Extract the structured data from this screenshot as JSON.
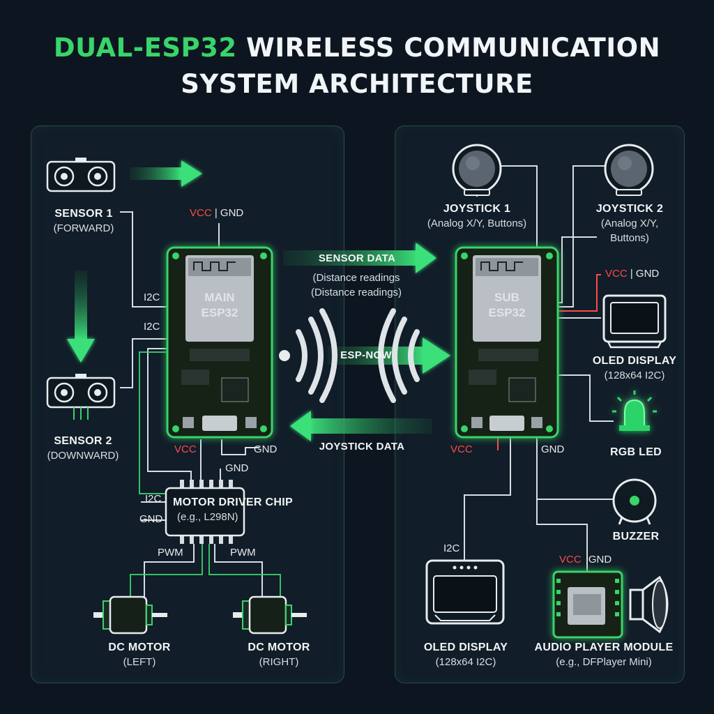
{
  "title": {
    "accent": "DUAL-ESP32",
    "rest": "WIRELESS COMMUNICATION",
    "line2": "SYSTEM ARCHITECTURE"
  },
  "colors": {
    "accent": "#39d46a",
    "background": "#0d1620",
    "power": "#ff4a4a",
    "wire": "#d8dde2"
  },
  "main": {
    "board_label": [
      "MAIN",
      "ESP32"
    ],
    "sensor1": {
      "title": "SENSOR 1",
      "sub": "(FORWARD)"
    },
    "sensor2": {
      "title": "SENSOR 2",
      "sub": "(DOWNWARD)"
    },
    "i2c_1": "I2C",
    "i2c_2": "I2C",
    "vcc_gnd_top": {
      "vcc": "VCC",
      "sep": "|",
      "gnd": "GND"
    },
    "vcc_bottom": "VCC",
    "gnd_bottom": "GND",
    "gnd_mid": "GND",
    "motor_driver": {
      "title": "MOTOR DRIVER CHIP",
      "sub": "(e.g., L298N)"
    },
    "driver_i2c": "I2C",
    "driver_gnd": "GND",
    "pwm_left": "PWM",
    "pwm_right": "PWM",
    "motor_left": {
      "title": "DC MOTOR",
      "sub": "(LEFT)"
    },
    "motor_right": {
      "title": "DC MOTOR",
      "sub": "(RIGHT)"
    }
  },
  "links": {
    "sensor_data": "SENSOR DATA",
    "sensor_sub1": "(Distance readings",
    "sensor_sub2": "(Distance readings)",
    "esp_now": "ESP-NOW",
    "joystick_data": "JOYSTICK DATA"
  },
  "sub": {
    "board_label": [
      "SUB",
      "ESP32"
    ],
    "joystick1": {
      "title": "JOYSTICK 1",
      "sub": "(Analog X/Y, Buttons)"
    },
    "joystick2": {
      "title": "JOYSTICK 2",
      "sub1": "(Analog X/Y,",
      "sub2": "Buttons)"
    },
    "vcc_gnd_right": {
      "vcc": "VCC",
      "sep": "|",
      "gnd": "GND"
    },
    "oled_right": {
      "title": "OLED DISPLAY",
      "sub": "(128x64 I2C)"
    },
    "rgb_led": {
      "title": "RGB LED"
    },
    "buzzer": {
      "title": "BUZZER"
    },
    "vcc_bottom": "VCC",
    "gnd_bottom": "GND",
    "i2c_oled": "I2C",
    "oled_bottom": {
      "title": "OLED DISPLAY",
      "sub": "(128x64 I2C)"
    },
    "audio_vcc": "VCC",
    "audio_gnd": "GND",
    "audio": {
      "title": "AUDIO PLAYER MODULE",
      "sub": "(e.g., DFPlayer Mini)"
    }
  },
  "icons": [
    "ultrasonic-sensor-icon",
    "esp32-board-icon",
    "wifi-waves-icon",
    "motor-driver-chip-icon",
    "dc-motor-icon",
    "joystick-icon",
    "oled-display-icon",
    "rgb-led-icon",
    "buzzer-icon",
    "audio-module-icon",
    "speaker-icon"
  ]
}
